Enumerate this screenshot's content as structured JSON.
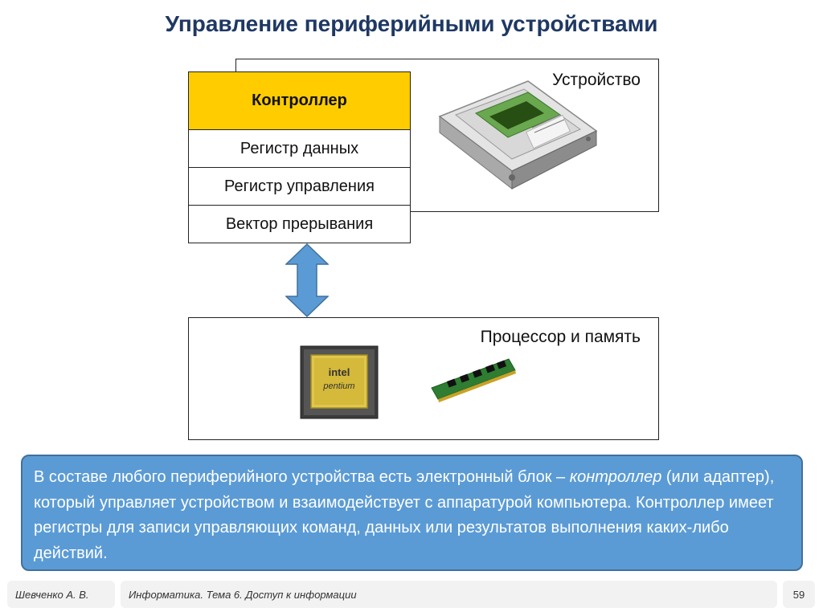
{
  "title": "Управление периферийными устройствами",
  "device": {
    "label": "Устройство"
  },
  "controller": {
    "header": "Контроллер",
    "rows": [
      "Регистр данных",
      "Регистр управления",
      "Вектор прерывания"
    ]
  },
  "processor": {
    "label": "Процессор и память",
    "chip_text_1": "intel",
    "chip_text_2": "pentium"
  },
  "note": {
    "text_before": "В составе любого периферийного устройства есть электронный блок – ",
    "emphasis": "контроллер",
    "text_after": " (или адаптер), который управляет устройством и взаимодействует с аппаратурой компьютера. Контроллер имеет регистры для записи управляющих команд, данных или результатов выполнения каких-либо действий."
  },
  "footer": {
    "author": "Шевченко А. В.",
    "course": "Информатика. Тема 6. Доступ к информации",
    "page": "59"
  },
  "colors": {
    "title": "#1f3864",
    "controller_header": "#ffcc00",
    "arrow": "#5b9bd5",
    "note_bg": "#5b9bd5"
  }
}
